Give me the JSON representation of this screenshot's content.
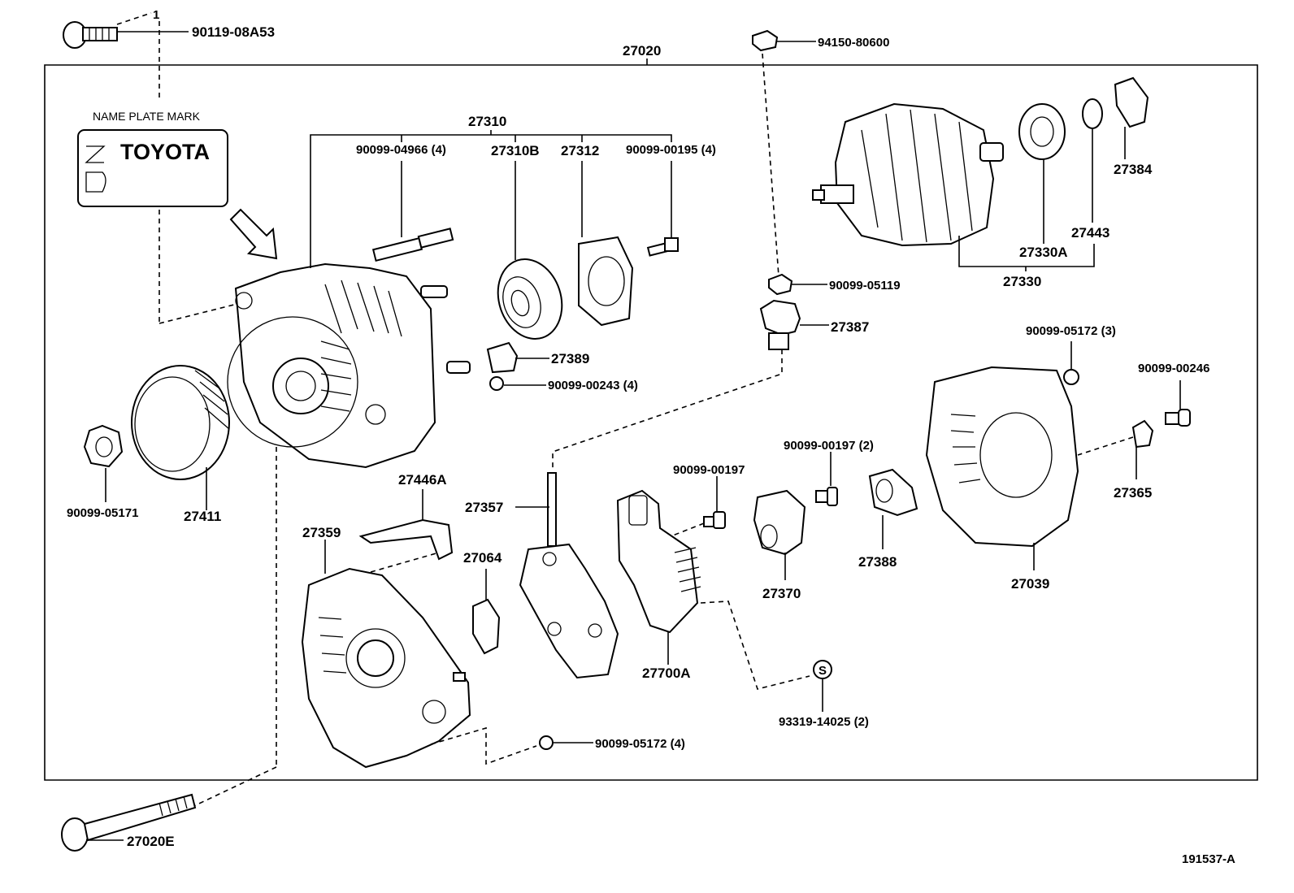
{
  "diagram": {
    "name_plate_caption": "NAME PLATE MARK",
    "name_plate_brand": "TOYOTA",
    "figure_id": "191537-A"
  },
  "labels": {
    "p90119_08A53": "90119-08A53",
    "p27020": "27020",
    "p94150_80600": "94150-80600",
    "p27310": "27310",
    "p90099_04966": "90099-04966 (4)",
    "p27310B": "27310B",
    "p27312": "27312",
    "p90099_00195": "90099-00195 (4)",
    "p27384": "27384",
    "p27443": "27443",
    "p27330A": "27330A",
    "p27330": "27330",
    "p90099_05119": "90099-05119",
    "p27387": "27387",
    "p27389": "27389",
    "p90099_00243": "90099-00243 (4)",
    "p90099_05172_3": "90099-05172 (3)",
    "p90099_00246": "90099-00246",
    "p90099_00197_2": "90099-00197 (2)",
    "p90099_00197": "90099-00197",
    "p27365": "27365",
    "p27388": "27388",
    "p27039": "27039",
    "p27370": "27370",
    "p27446A": "27446A",
    "p27357": "27357",
    "p27359": "27359",
    "p27064": "27064",
    "p90099_05171": "90099-05171",
    "p27411": "27411",
    "p27700A": "27700A",
    "p93319_14025": "93319-14025 (2)",
    "p90099_05172_4": "90099-05172 (4)",
    "p27020E": "27020E",
    "callout_1": "1",
    "symbol_s": "S"
  }
}
